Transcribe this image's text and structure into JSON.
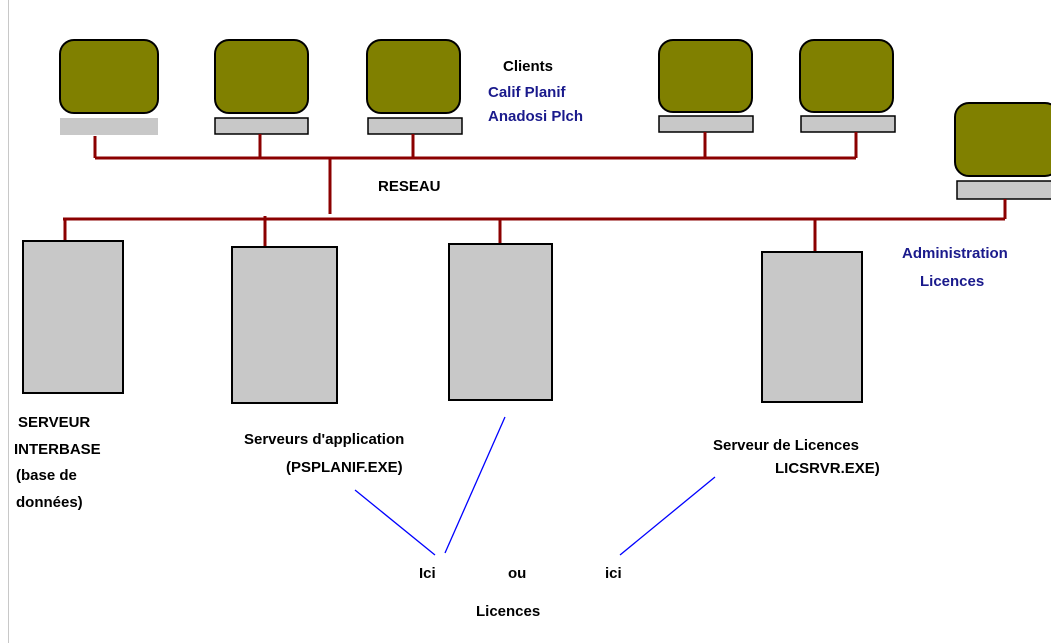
{
  "clients": {
    "title": "Clients",
    "line1": "Calif Planif",
    "line2": "Anadosi Plch"
  },
  "network": {
    "label": "RESEAU"
  },
  "admin": {
    "line1": "Administration",
    "line2": "Licences"
  },
  "interbase": {
    "line1": "SERVEUR",
    "line2": "INTERBASE",
    "line3": "(base de",
    "line4": "données)"
  },
  "app_servers": {
    "line1": "Serveurs d'application",
    "line2": "(PSPLANIF.EXE)"
  },
  "license_server": {
    "line1": "Serveur de Licences",
    "line2": "LICSRVR.EXE)"
  },
  "bottom": {
    "ici_left": "Ici",
    "ou": "ou",
    "ici_right": "ici",
    "licences": "Licences"
  },
  "colors": {
    "monitor": "#808000",
    "base": "#c0c0c0",
    "cable": "#8b0000",
    "pointer": "#0000ff",
    "label_blue": "#1a1a8c"
  }
}
